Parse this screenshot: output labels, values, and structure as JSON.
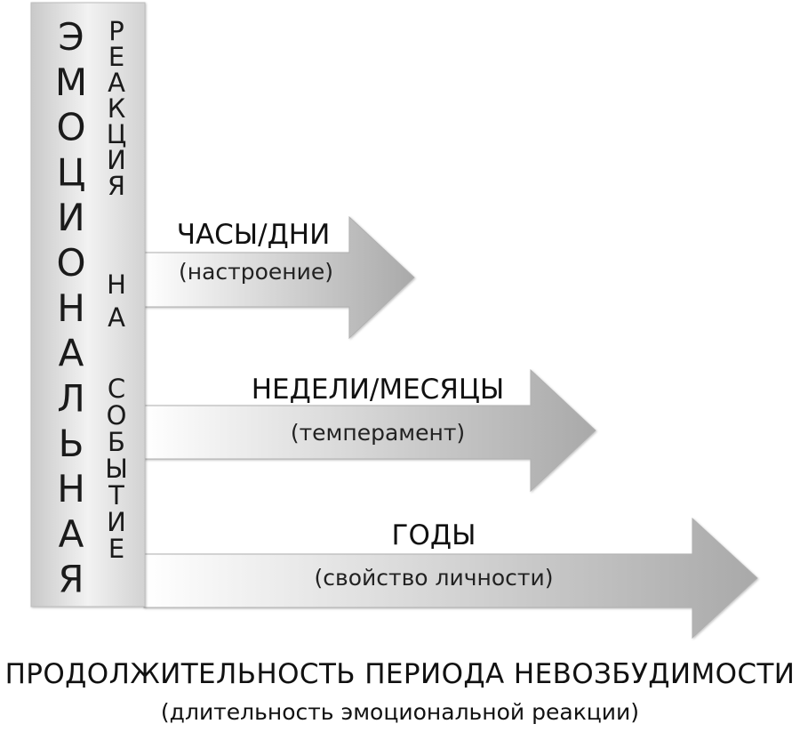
{
  "vertical_column": {
    "left_word": "ЭМОЦИОНАЛЬНАЯ",
    "right_word_1": "РЕАКЦИЯ",
    "right_word_2": "НА",
    "right_word_3": "СОБЫТИЕ"
  },
  "arrows": [
    {
      "title": "ЧАСЫ/ДНИ",
      "subtitle": "(настроение)"
    },
    {
      "title": "НЕДЕЛИ/МЕСЯЦЫ",
      "subtitle": "(темперамент)"
    },
    {
      "title": "ГОДЫ",
      "subtitle": "(свойство личности)"
    }
  ],
  "caption": {
    "main": "ПРОДОЛЖИТЕЛЬНОСТЬ ПЕРИОДА НЕВОЗБУДИМОСТИ",
    "sub": "(длительность эмоциональной реакции)"
  }
}
